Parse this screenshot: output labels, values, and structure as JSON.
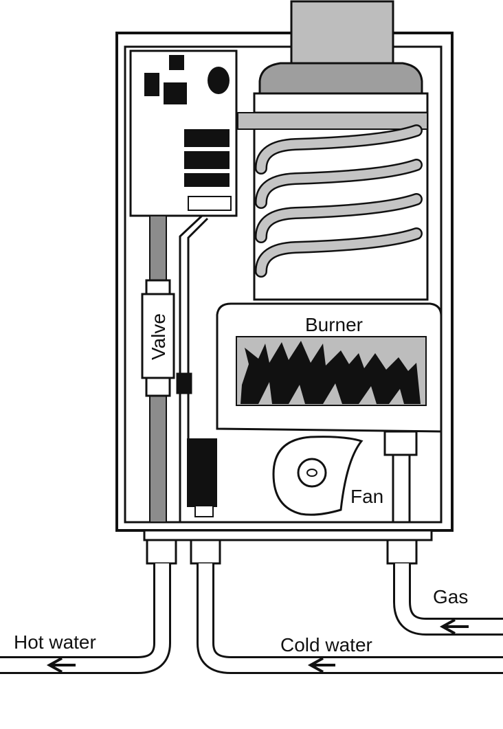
{
  "labels": {
    "valve": "Valve",
    "burner": "Burner",
    "fan": "Fan",
    "gas": "Gas",
    "hot_water": "Hot water",
    "cold_water": "Cold water"
  },
  "colors": {
    "line": "#111111",
    "gray": "#bdbdbd",
    "dark_gray": "#8c8c8c",
    "black": "#111111",
    "white": "#ffffff"
  }
}
